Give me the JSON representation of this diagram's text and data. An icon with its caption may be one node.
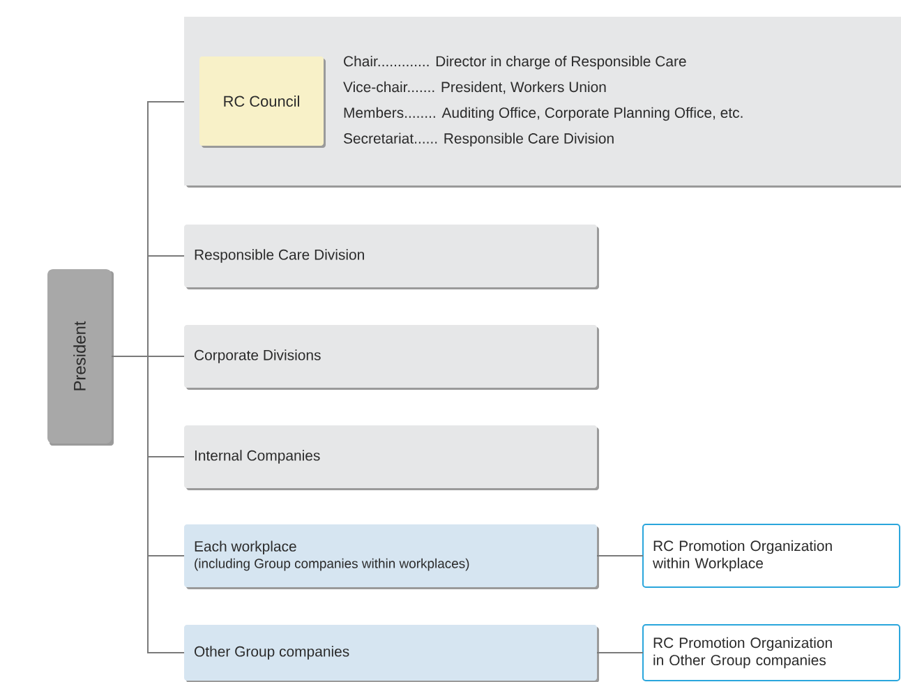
{
  "diagram": {
    "nodes": [
      {
        "text": [
          "President"
        ]
      },
      {
        "text": [
          "Chair............. Director in charge of Responsible Care",
          "Vice-chair....... President, Workers Union",
          "Members........ Auditing Office, Corporate Planning Office, etc.",
          "Secretariat...... Responsible Care Division"
        ]
      },
      {
        "text": [
          "RC Council"
        ],
        "in": 1
      },
      {
        "text": [
          "Responsible Care Division"
        ]
      },
      {
        "text": [
          "Corporate Divisions"
        ]
      },
      {
        "text": [
          "Internal Companies"
        ]
      },
      {
        "text": [
          "Each workplace",
          "(including Group companies within workplaces)"
        ]
      },
      {
        "text": [
          "RC Promotion Organization within Workplace"
        ]
      },
      {
        "text": [
          "Other Group companies"
        ]
      },
      {
        "text": [
          "RC Promotion Organization in Other Group companies"
        ]
      }
    ],
    "edges": [
      {
        "from": 0,
        "to": 1,
        "arrow": "none"
      },
      {
        "from": 0,
        "to": 3,
        "arrow": "none"
      },
      {
        "from": 0,
        "to": 4,
        "arrow": "none"
      },
      {
        "from": 0,
        "to": 5,
        "arrow": "none"
      },
      {
        "from": 0,
        "to": 6,
        "arrow": "none"
      },
      {
        "from": 0,
        "to": 8,
        "arrow": "none"
      },
      {
        "from": 6,
        "to": 7,
        "arrow": "none"
      },
      {
        "from": 8,
        "to": 9,
        "arrow": "none"
      }
    ]
  }
}
